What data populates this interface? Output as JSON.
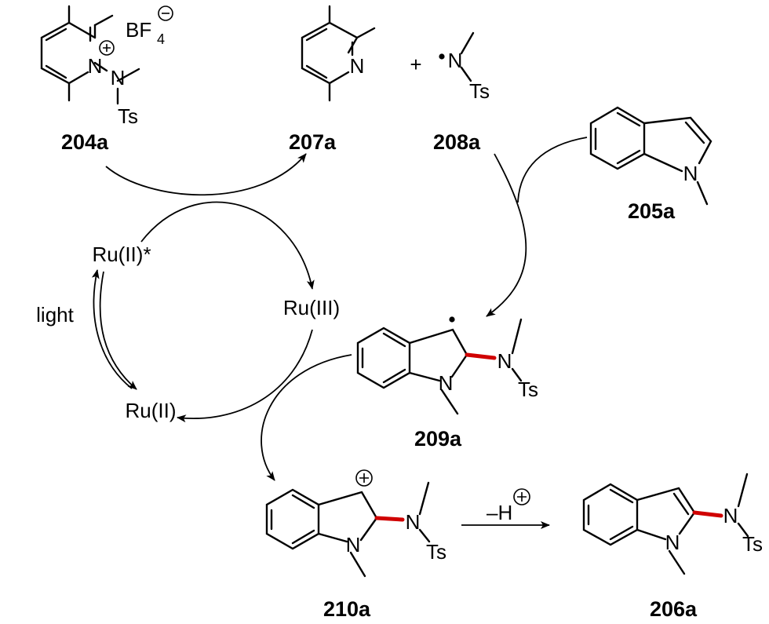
{
  "compounds": {
    "c204a": {
      "label": "204a",
      "counterion": "BF",
      "counterion_sub": "4",
      "n_amine": "N",
      "n_pyr": "N",
      "ts": "Ts"
    },
    "c207a": {
      "label": "207a",
      "n_pyr": "N"
    },
    "c208a": {
      "label": "208a",
      "plus": "+",
      "n": "N",
      "ts": "Ts"
    },
    "c205a": {
      "label": "205a",
      "n": "N"
    },
    "c209a": {
      "label": "209a",
      "n_ring": "N",
      "n_amine": "N",
      "ts": "Ts"
    },
    "c210a": {
      "label": "210a",
      "n_ring": "N",
      "n_amine": "N",
      "ts": "Ts"
    },
    "c206a": {
      "label": "206a",
      "n_ring": "N",
      "n_amine": "N",
      "ts": "Ts"
    }
  },
  "catalysts": {
    "ru2_excited": "Ru(II)*",
    "ru3": "Ru(III)",
    "ru2": "Ru(II)"
  },
  "conditions": {
    "light": "light",
    "deprotonation": "–H"
  }
}
